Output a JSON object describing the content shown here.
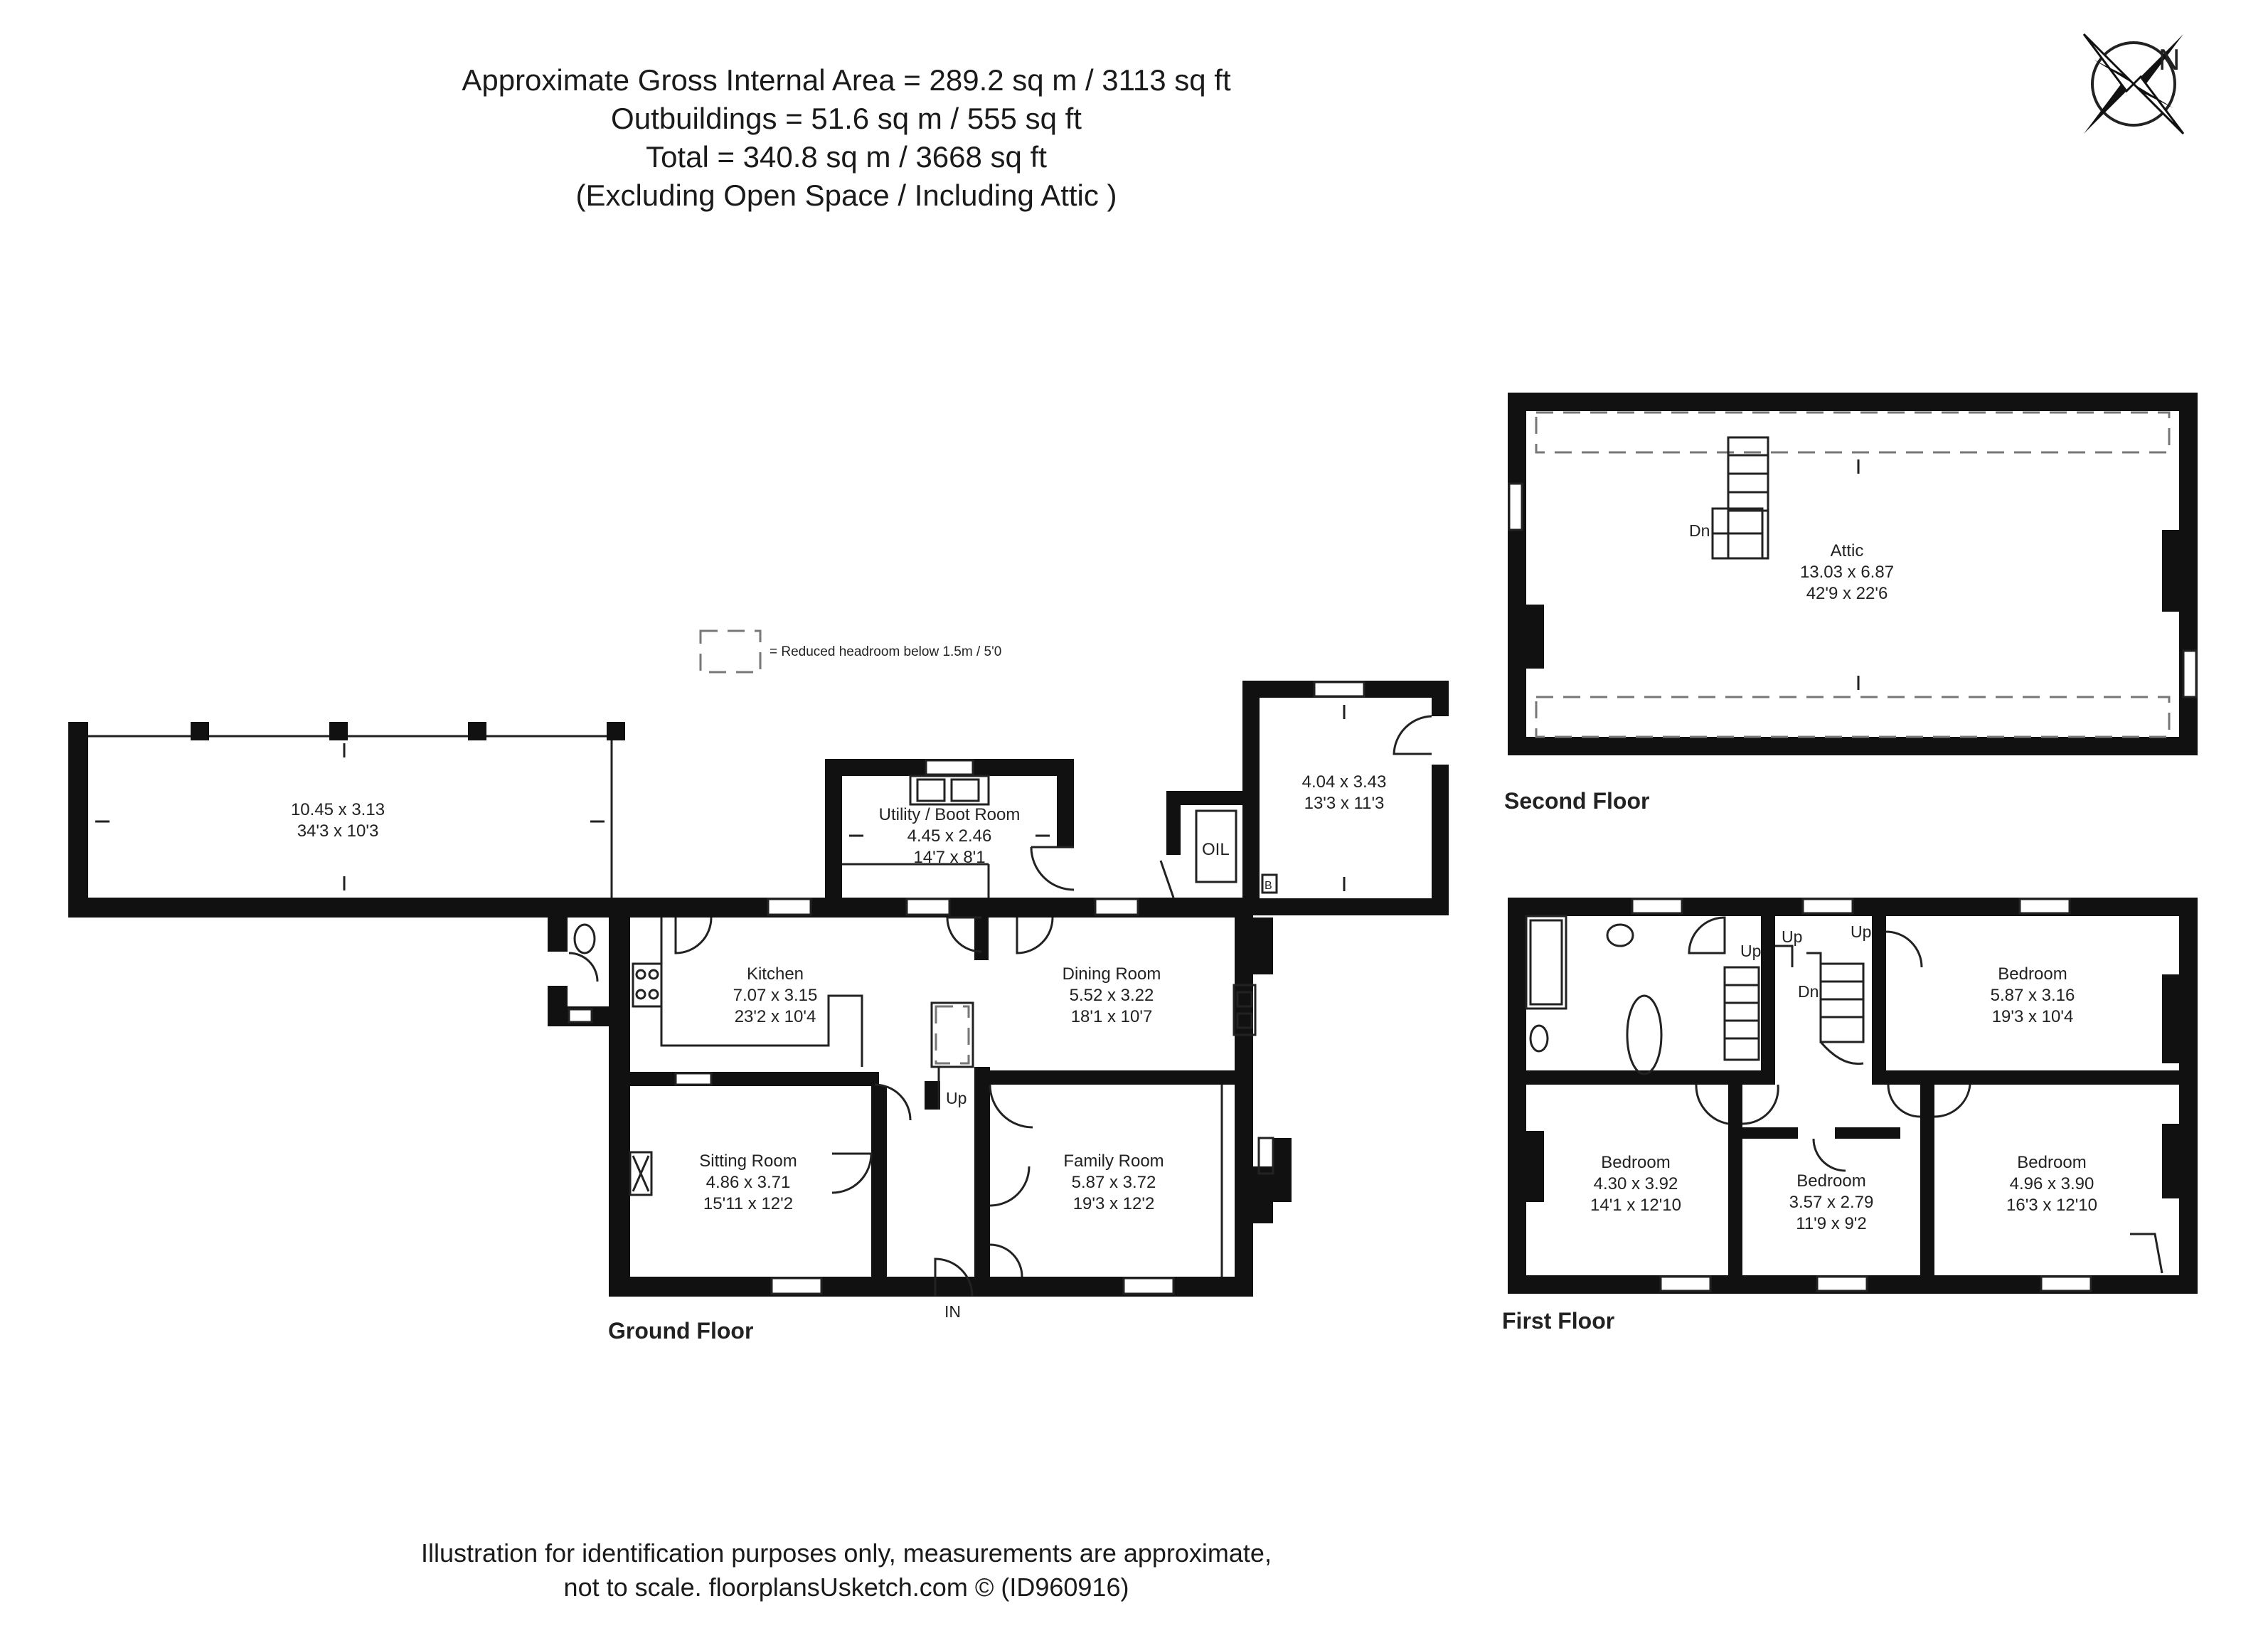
{
  "header": {
    "line1": "Approximate Gross Internal Area = 289.2 sq m / 3113 sq ft",
    "line2": "Outbuildings = 51.6 sq m / 555 sq ft",
    "line3": "Total = 340.8 sq m / 3668 sq ft",
    "line4": "(Excluding Open Space / Including Attic )"
  },
  "compass": {
    "label": "N"
  },
  "legend": {
    "text": "= Reduced headroom below 1.5m / 5'0"
  },
  "floors": {
    "ground": {
      "label": "Ground Floor"
    },
    "first": {
      "label": "First Floor"
    },
    "second": {
      "label": "Second Floor"
    }
  },
  "ground_rooms": {
    "open_space": {
      "m": "10.45 x 3.13",
      "ft": "34'3 x 10'3"
    },
    "utility": {
      "name": "Utility / Boot Room",
      "m": "4.45 x 2.46",
      "ft": "14'7 x 8'1"
    },
    "outbuilding": {
      "m": "4.04 x 3.43",
      "ft": "13'3 x 11'3"
    },
    "oil_label": "OIL",
    "boiler_label": "B",
    "kitchen": {
      "name": "Kitchen",
      "m": "7.07 x 3.15",
      "ft": "23'2 x 10'4"
    },
    "dining": {
      "name": "Dining Room",
      "m": "5.52 x 3.22",
      "ft": "18'1 x 10'7"
    },
    "sitting": {
      "name": "Sitting Room",
      "m": "4.86 x 3.71",
      "ft": "15'11 x 12'2"
    },
    "family": {
      "name": "Family Room",
      "m": "5.87 x 3.72",
      "ft": "19'3 x 12'2"
    },
    "stairs_up": "Up",
    "entrance": "IN"
  },
  "attic": {
    "name": "Attic",
    "m": "13.03 x 6.87",
    "ft": "42'9 x 22'6",
    "stairs_down": "Dn"
  },
  "first_rooms": {
    "bedroom_ne": {
      "name": "Bedroom",
      "m": "5.87 x 3.16",
      "ft": "19'3 x 10'4"
    },
    "bedroom_sw": {
      "name": "Bedroom",
      "m": "4.30 x 3.92",
      "ft": "14'1 x 12'10"
    },
    "bedroom_s": {
      "name": "Bedroom",
      "m": "3.57 x 2.79",
      "ft": "11'9 x 9'2"
    },
    "bedroom_se": {
      "name": "Bedroom",
      "m": "4.96 x 3.90",
      "ft": "16'3 x 12'10"
    },
    "stairs_up_a": "Up",
    "stairs_up_b": "Up",
    "stairs_up_c": "Up",
    "stairs_down": "Dn"
  },
  "footer": {
    "line1": "Illustration for identification purposes only, measurements are approximate,",
    "line2": "not to scale. floorplansUsketch.com © (ID960916)"
  }
}
